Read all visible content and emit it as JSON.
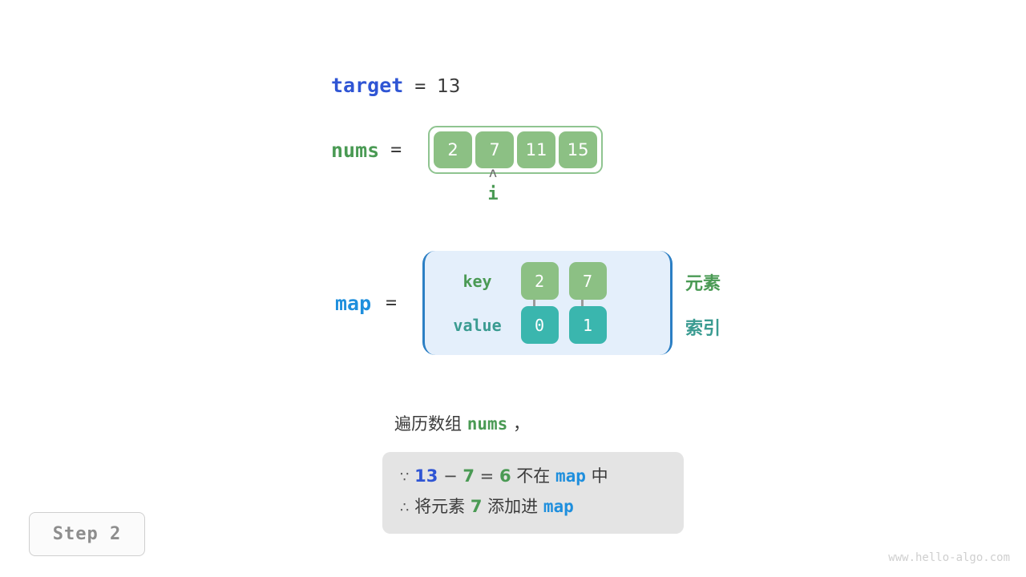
{
  "target": {
    "name": "target",
    "eq": "=",
    "value": "13"
  },
  "nums": {
    "name": "nums",
    "eq": "=",
    "cells": [
      "2",
      "7",
      "11",
      "15"
    ]
  },
  "pointer": {
    "caret": "ʌ",
    "label": "i",
    "index": 1
  },
  "map": {
    "name": "map",
    "eq": "=",
    "row_labels": {
      "key": "key",
      "value": "value"
    },
    "keys": [
      "2",
      "7"
    ],
    "values": [
      "0",
      "1"
    ],
    "side_labels": {
      "element": "元素",
      "index": "索引"
    }
  },
  "caption": {
    "prefix": "遍历数组",
    "keyword": "nums",
    "suffix": "，"
  },
  "conclusion": {
    "line1": {
      "symbol": "∵",
      "a": "13",
      "minus": "−",
      "b": "7",
      "equals": "=",
      "result": "6",
      "text_mid": "不在",
      "map": "map",
      "text_end": "中"
    },
    "line2": {
      "symbol": "∴",
      "text_start": "将元素",
      "value": "7",
      "text_mid": "添加进",
      "map": "map"
    }
  },
  "step_badge": "Step 2",
  "watermark": "www.hello-algo.com",
  "colors": {
    "blue_var": "#2f55d4",
    "map_blue": "#1f8fdd",
    "green": "#4a9a54",
    "cell_green": "#8cc084",
    "teal": "#3ab6ae",
    "map_bg": "#e4effb",
    "map_border": "#2c7fc4",
    "box_gray": "#e4e4e4",
    "text_dark": "#3b3b3b",
    "watermark_gray": "#cfcfcf"
  }
}
